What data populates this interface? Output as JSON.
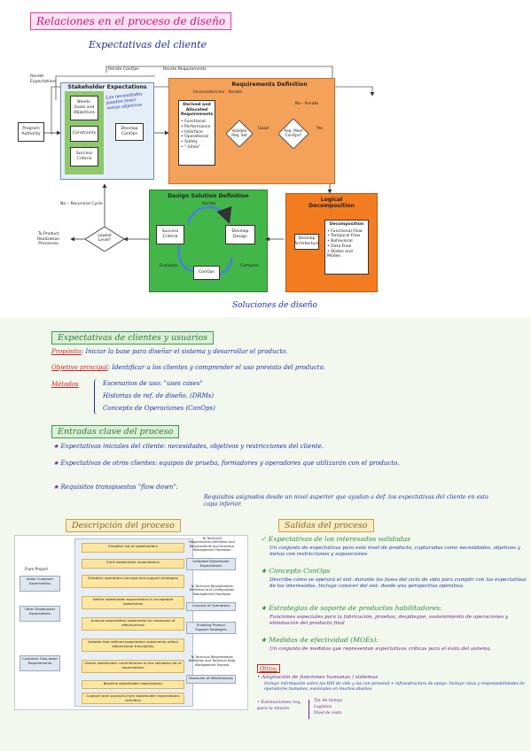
{
  "page_title": "Relaciones en el proceso de diseño",
  "diagram": {
    "annotation_top": "Expectativas del cliente",
    "annotation_bottom": "Soluciones de diseño",
    "iterate_expectations": "Iterate\nExpectations",
    "iterate_conops": "Iterate ConOps",
    "iterate_requirements": "Iterate Requirements",
    "stakeholder_header": "Stakeholder Expectations",
    "program_authority": "Program\nAuthority",
    "needs_box": "Needs,\nGoals and\nObjectives",
    "constraints_box": "Constraints",
    "success_criteria_box": "Success\nCriteria",
    "develop_conops_box": "Develop\nConOps",
    "handwritten_note": "Las necesidades pueden tener metas objetivos",
    "requirements_header": "Requirements Definition",
    "inconsistencies": "Inconsistencies - Iterate",
    "derived_title": "Derived and\nAllocated\nRequirements",
    "derived_items": [
      "• Functional",
      "• Performance",
      "• Interface",
      "• Operational",
      "• Safety",
      "• \"-ilities\""
    ],
    "validate_req": "Validate\nReq. Set",
    "good": "Good",
    "req_meet": "Req. Meet\nConOps?",
    "no_iterate": "No - Iterate",
    "yes": "Yes",
    "logical_header": "Logical\nDecomposition",
    "develop_architecture": "Develop\nArchitecture",
    "decomposition_title": "Decomposition",
    "decomposition_items": [
      "• Functional Flow",
      "• Temporal Flow",
      "• Behavioral",
      "• Data Flow",
      "• States and Modes"
    ],
    "design_header": "Design Solution Definition",
    "iterate": "Iterate",
    "design_success": "Success\nCriteria",
    "develop_design": "Develop\nDesign",
    "design_conops": "ConOps",
    "evaluate": "Evaluate",
    "compare": "Compare",
    "lowest_level": "Lowest\nLevel?",
    "no_recursive": "No – Recursive Cycle",
    "to_product": "To Product\nRealization\nProcesses"
  },
  "section1": {
    "title": "Expectativas de clientes y usuarios",
    "propósito_label": "Propósito",
    "propósito_text": ": Iniciar la base para diseñar el sistema y desarrollar el producto.",
    "objetivo_label": "Objetivo principal",
    "objetivo_text": ": Identificar a los clientes y comprender el uso previsto del producto.",
    "metodos_label": "Métodos",
    "metodos_items": [
      "Escenarios de uso: \"uses cases\"",
      "Historias de ref. de diseño. (DRMs)",
      "Concepto de Operaciones (ConOps)"
    ]
  },
  "section2": {
    "title": "Entradas clave del proceso",
    "items": [
      "Expectativas iniciales del cliente: necesidades, objetivos y restricciones del cliente.",
      "Expectativas de otros clientes: equipos de prueba, formadores y operadores que utilizarán con el producto.",
      "Requisitos transpuestos \"flow down\":"
    ],
    "sub_item": "Requisitos asignados desde un nivel superior que ayudan a def. los expectativas del cliente en esta capa inferior."
  },
  "section3": {
    "title": "Descripción del proceso",
    "from_project": "From Project",
    "inputs": [
      "Initial Customer\nExpectations",
      "Other Stakeholder\nExpectations",
      "Customer Flow-down\nRequirements"
    ],
    "steps": [
      "Establish list of stakeholders",
      "Elicit stakeholder expectations",
      "Establish operations concept and support strategies",
      "Define stakeholder expectations in acceptable statements",
      "Analyze expectation statements for measures of effectiveness",
      "Validate that defined expectation statements reflect bidirectional traceability",
      "Obtain stakeholder commitments to the validated set of expectations",
      "Baseline stakeholder expectations",
      "Capture work products from stakeholder expectations activities"
    ],
    "to_header1": "To Technical\nRequirements Definition and\nRequirements and Interface\nManagement Processes",
    "to_header2": "To Technical Requirements\nDefinition and Configuration\nManagement Processes",
    "to_header3": "To Technical Requirements\nDefinition and Technical Data\nManagement Process",
    "outputs": [
      "Validated Stakeholder\nExpectations",
      "Concept of Operations",
      "Enabling Product\nSupport Strategies",
      "Measures of Effectiveness"
    ]
  },
  "section4": {
    "title": "Salidas del proceso",
    "items": [
      {
        "head": "Expectativas de los interesados validadas",
        "body": "Un conjunto de expectativas para este nivel de producto, capturadas como necesidades, objetivos y metas con restricciones y suposiciones"
      },
      {
        "head": "Concepto ConOps",
        "body": "Describe cómo se operará el sist. durante las fases del ciclo de vida para cumplir con las expectativas de los interesados. Incluye conocer del sist. desde una perspectiva operativa."
      },
      {
        "head": "Estrategias de soporte de productos habilitadores:",
        "body": "Funciones especiales para la fabricación, pruebas, despliegue, sostenimiento de operaciones y eliminación del producto final"
      },
      {
        "head": "Medidas de efectividad (MOEs):",
        "body": "Un conjunto de medidas que representan expectativas críticas para el éxito del sistema."
      }
    ],
    "otros_label": "Otros:",
    "otros_1": "• Asignación de funciones humanas / sistemas",
    "otros_1_body": "Incluye información sobre las HSI de vida y las con personal + infraestructura de apoyo. Incluye rutas y responsabilidades de operadores humanos, esenciales en muchos diseños",
    "otros_2": "• Estimaciones req. para la misión",
    "otros_2_items": [
      "Tip. de tiempo",
      "Logística",
      "Nivel de costo"
    ]
  }
}
